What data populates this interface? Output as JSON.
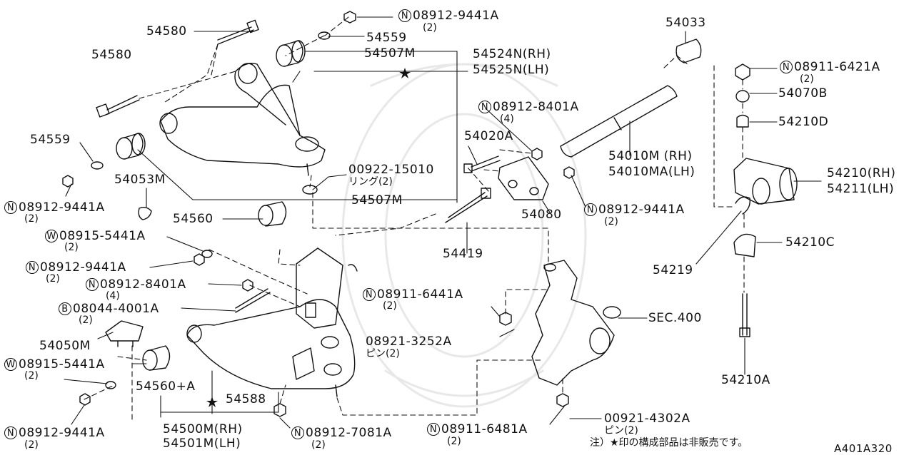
{
  "diagram_id": "A401A320",
  "footnote": "注）★印の構成部品は非販売です。",
  "section_ref": "SEC.400",
  "labels": {
    "p54580_top": "54580",
    "p54580_left": "54580",
    "p54559_top": "54559",
    "p54559_left": "54559",
    "p54507m_top": "54507M",
    "p54507m_bot": "54507M",
    "p54524n": "54524N(RH)",
    "p54525n": "54525N(LH)",
    "p54053m": "54053M",
    "p54560": "54560",
    "p54560a": "54560+A",
    "p54500m": "54500M(RH)",
    "p54501m": "54501M(LH)",
    "p54050m": "54050M",
    "p54588": "54588",
    "p54033": "54033",
    "p54070b": "54070B",
    "p54210d": "54210D",
    "p54010m": "54010M (RH)",
    "p54010ma": "54010MA(LH)",
    "p54020a": "54020A",
    "p54080": "54080",
    "p54419": "54419",
    "p54210rh": "54210(RH)",
    "p54211lh": "54211(LH)",
    "p54210c": "54210C",
    "p54219": "54219",
    "p54210a": "54210A",
    "ring_num": "00922-15010",
    "ring_jp": "リング(2)",
    "pin1_num": "08921-3252A",
    "pin1_jp": "ピン(2)",
    "pin2_num": "00921-4302A",
    "pin2_jp": "ピン(2)"
  },
  "fasteners": [
    {
      "prefix": "N",
      "code": "08912-9441A",
      "qty": "(2)"
    },
    {
      "prefix": "N",
      "code": "08912-9441A",
      "qty": "(2)"
    },
    {
      "prefix": "N",
      "code": "08912-9441A",
      "qty": "(2)"
    },
    {
      "prefix": "N",
      "code": "08912-9441A",
      "qty": "(2)"
    },
    {
      "prefix": "N",
      "code": "08912-9441A",
      "qty": "(2)"
    },
    {
      "prefix": "W",
      "code": "08915-5441A",
      "qty": "(2)"
    },
    {
      "prefix": "W",
      "code": "08915-5441A",
      "qty": "(2)"
    },
    {
      "prefix": "N",
      "code": "08912-8401A",
      "qty": "(4)"
    },
    {
      "prefix": "N",
      "code": "08912-8401A",
      "qty": "(4)"
    },
    {
      "prefix": "B",
      "code": "08044-4001A",
      "qty": "(2)"
    },
    {
      "prefix": "N",
      "code": "08912-7081A",
      "qty": "(2)"
    },
    {
      "prefix": "N",
      "code": "08911-6441A",
      "qty": "(2)"
    },
    {
      "prefix": "N",
      "code": "08911-6481A",
      "qty": "(2)"
    },
    {
      "prefix": "N",
      "code": "08911-6421A",
      "qty": "(2)"
    }
  ]
}
